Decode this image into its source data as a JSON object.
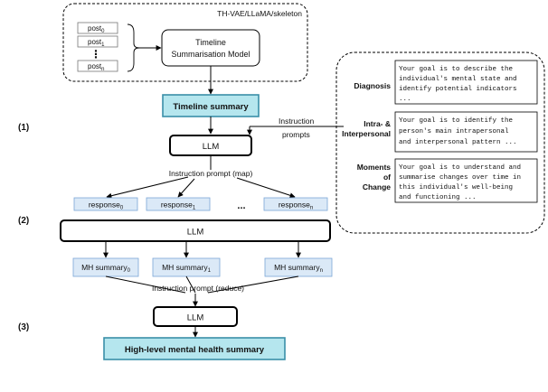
{
  "colors": {
    "stroke": "#000000",
    "light_box": "#dbe9f7",
    "light_box_border": "#7aa6d6",
    "cyan_box": "#b5e6ee",
    "cyan_box_border": "#3a8fa8"
  },
  "top_group": {
    "label": "TH-VAE/LLaMA/skeleton",
    "posts": [
      "post",
      "post",
      "post"
    ],
    "post_subs": [
      "0",
      "1",
      "n"
    ],
    "ellipsis": "⋮",
    "model_line1": "Timeline",
    "model_line2": "Summarisation Model"
  },
  "stage_labels": [
    "(1)",
    "(2)",
    "(3)"
  ],
  "timeline_summary": "Timeline summary",
  "instruction_prompts_line1": "Instruction",
  "instruction_prompts_line2": "prompts",
  "llm": "LLM",
  "map_label": "Instruction prompt (map)",
  "reduce_label": "Instruction prompt (reduce)",
  "responses": [
    {
      "base": "response",
      "sub": "0"
    },
    {
      "base": "response",
      "sub": "1"
    },
    {
      "base": "response",
      "sub": "n"
    }
  ],
  "dots": "...",
  "mh_summaries": [
    {
      "base": "MH summary",
      "sub": "0"
    },
    {
      "base": "MH summary",
      "sub": "1"
    },
    {
      "base": "MH summary",
      "sub": "n"
    }
  ],
  "final_summary": "High-level mental health summary",
  "prompts": [
    {
      "label_lines": [
        "Diagnosis"
      ],
      "text_lines": [
        "Your goal is to describe the",
        "individual's mental state and",
        "identify potential indicators",
        "..."
      ]
    },
    {
      "label_lines": [
        "Intra- &",
        "Interpersonal"
      ],
      "text_lines": [
        "Your goal is to identify the",
        "person's main intrapersonal",
        "and interpersonal pattern ..."
      ]
    },
    {
      "label_lines": [
        "Moments",
        "of",
        "Change"
      ],
      "text_lines": [
        "Your goal is to understand and",
        "summarise changes over time in",
        "this individual's well-being",
        "and functioning ..."
      ]
    }
  ]
}
